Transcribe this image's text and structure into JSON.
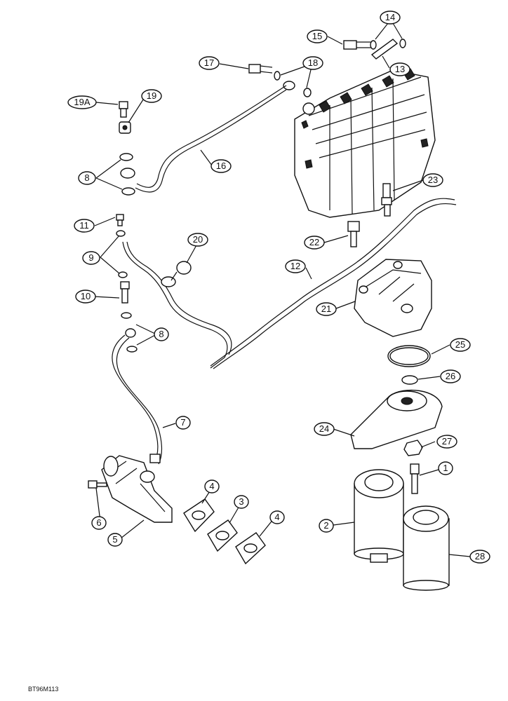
{
  "figure_ref": "BT96M113",
  "callouts": [
    {
      "id": "c1",
      "label": "1"
    },
    {
      "id": "c2",
      "label": "2"
    },
    {
      "id": "c3",
      "label": "3"
    },
    {
      "id": "c4a",
      "label": "4"
    },
    {
      "id": "c4b",
      "label": "4"
    },
    {
      "id": "c5",
      "label": "5"
    },
    {
      "id": "c6",
      "label": "6"
    },
    {
      "id": "c7",
      "label": "7"
    },
    {
      "id": "c8a",
      "label": "8"
    },
    {
      "id": "c8b",
      "label": "8"
    },
    {
      "id": "c9",
      "label": "9"
    },
    {
      "id": "c10",
      "label": "10"
    },
    {
      "id": "c11",
      "label": "11"
    },
    {
      "id": "c12",
      "label": "12"
    },
    {
      "id": "c13",
      "label": "13"
    },
    {
      "id": "c14",
      "label": "14"
    },
    {
      "id": "c15",
      "label": "15"
    },
    {
      "id": "c16",
      "label": "16"
    },
    {
      "id": "c17",
      "label": "17"
    },
    {
      "id": "c18",
      "label": "18"
    },
    {
      "id": "c19",
      "label": "19"
    },
    {
      "id": "c19a",
      "label": "19A"
    },
    {
      "id": "c20",
      "label": "20"
    },
    {
      "id": "c21",
      "label": "21"
    },
    {
      "id": "c22",
      "label": "22"
    },
    {
      "id": "c23",
      "label": "23"
    },
    {
      "id": "c24",
      "label": "24"
    },
    {
      "id": "c25",
      "label": "25"
    },
    {
      "id": "c26",
      "label": "26"
    },
    {
      "id": "c27",
      "label": "27"
    },
    {
      "id": "c28",
      "label": "28"
    }
  ]
}
